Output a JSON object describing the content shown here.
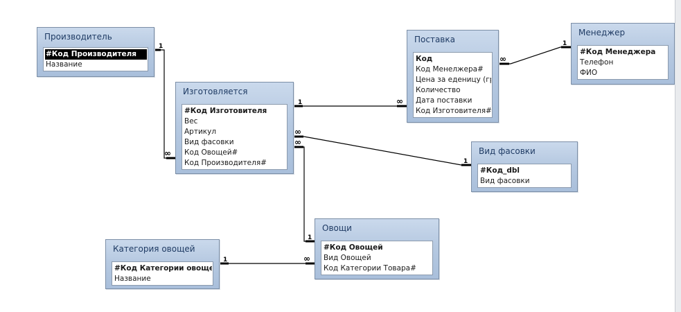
{
  "tables": {
    "proizvoditel": {
      "title": "Производитель",
      "fields": [
        "#Код Производителя",
        "Название"
      ]
    },
    "izgotovlyaetsya": {
      "title": "Изготовляется",
      "fields": [
        "#Код Изготовителя",
        "Вес",
        "Артикул",
        "Вид фасовки",
        "Код Овощей#",
        "Код Производителя#"
      ]
    },
    "postavka": {
      "title": "Поставка",
      "fields": [
        "Код",
        "Код Менелжера#",
        "Цена за еденицу (грн)",
        "Количество",
        "Дата поставки",
        "Код Изготовителя#"
      ]
    },
    "menedzher": {
      "title": "Менеджер",
      "fields": [
        "#Код Менеджера",
        "Телефон",
        "ФИО"
      ]
    },
    "vid_fasovki": {
      "title": "Вид фасовки",
      "fields": [
        "#Код_dbl",
        "Вид фасовки"
      ]
    },
    "ovoshchi": {
      "title": "Овощи",
      "fields": [
        "#Код Овощей",
        "Вид Овощей",
        "Код Категории Товара#"
      ]
    },
    "kategoriya": {
      "title": "Категория овощей",
      "fields": [
        "#Код Категории овощей",
        "Название"
      ]
    }
  },
  "cardinality": {
    "one": "1",
    "many": "∞"
  }
}
